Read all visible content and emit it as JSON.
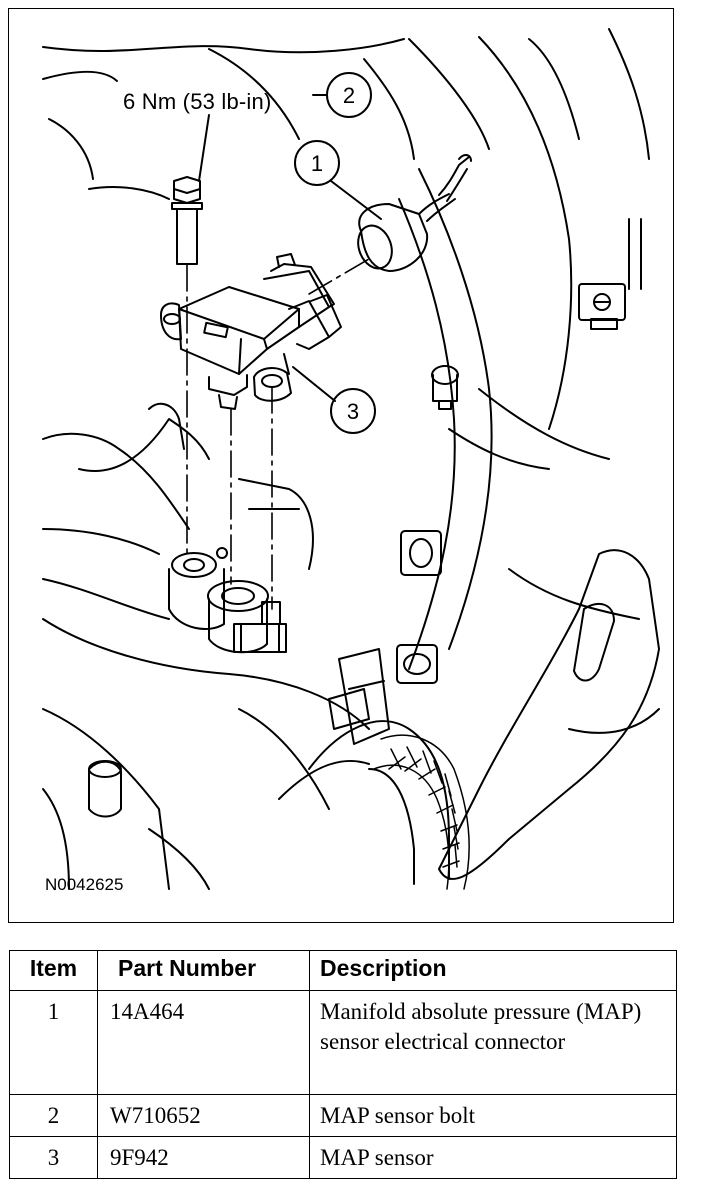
{
  "figure": {
    "torque_label": "6 Nm (53 lb-in)",
    "figure_id": "N0042625",
    "callouts": [
      "1",
      "2",
      "3"
    ]
  },
  "parts_table": {
    "headers": {
      "item": "Item",
      "part_number": "Part Number",
      "description": "Description"
    },
    "rows": [
      {
        "item": "1",
        "part_number": "14A464",
        "description": "Manifold absolute pressure (MAP) sensor electrical connector"
      },
      {
        "item": "2",
        "part_number": "W710652",
        "description": "MAP sensor bolt"
      },
      {
        "item": "3",
        "part_number": "9F942",
        "description": "MAP sensor"
      }
    ]
  }
}
